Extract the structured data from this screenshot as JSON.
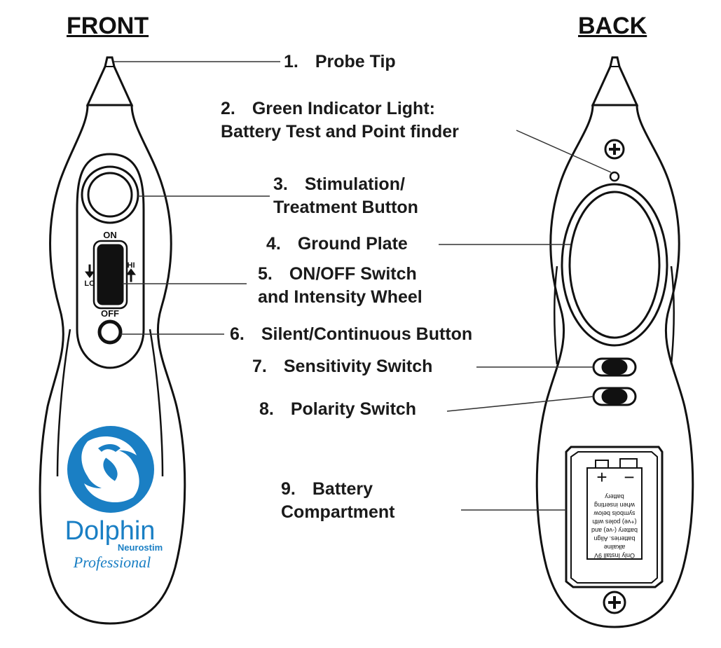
{
  "views": {
    "front": "FRONT",
    "back": "BACK"
  },
  "callouts": [
    {
      "num": "1.",
      "lines": [
        "Probe Tip"
      ]
    },
    {
      "num": "2.",
      "lines": [
        "Green Indicator Light:",
        "Battery Test and Point finder"
      ]
    },
    {
      "num": "3.",
      "lines": [
        "Stimulation/",
        "Treatment Button"
      ]
    },
    {
      "num": "4.",
      "lines": [
        "Ground Plate"
      ]
    },
    {
      "num": "5.",
      "lines": [
        "ON/OFF Switch",
        "and Intensity Wheel"
      ]
    },
    {
      "num": "6.",
      "lines": [
        "Silent/Continuous Button"
      ]
    },
    {
      "num": "7.",
      "lines": [
        "Sensitivity Switch"
      ]
    },
    {
      "num": "8.",
      "lines": [
        "Polarity Switch"
      ]
    },
    {
      "num": "9.",
      "lines": [
        "Battery",
        "Compartment"
      ]
    }
  ],
  "front_device": {
    "switch_on": "ON",
    "switch_off": "OFF",
    "lo": "LO",
    "hi": "HI",
    "brand": "Dolphin",
    "brand_sub": "Neurostim",
    "brand_tag": "Professional",
    "brand_color": "#1a7fc4"
  },
  "back_device": {
    "battery_plus": "+",
    "battery_minus": "−",
    "battery_text": [
      "Only Install 9V",
      "alkaline",
      "batteries. Align",
      "battery (-ve) and",
      "(+ve) poles with",
      "symbols below",
      "when inserting",
      "battery"
    ]
  }
}
